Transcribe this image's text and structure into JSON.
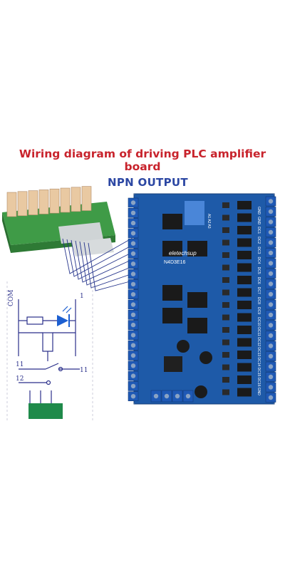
{
  "title": "Wiring diagram of driving PLC amplifier board",
  "output_label": "NPN OUTPUT",
  "board": {
    "brand": "eletechsup",
    "model": "N4D3E16",
    "top_header_label": "A1 A2 A3",
    "right_terminal_labels": [
      "GND",
      "GND",
      "DC1",
      "DC2",
      "DC3",
      "DC4",
      "DC5",
      "DC6",
      "DC7",
      "DC8",
      "DC9",
      "DC10",
      "DC11",
      "DC12",
      "DC13",
      "DC14",
      "DC15",
      "DC16",
      "GND"
    ]
  },
  "schematic": {
    "com_label": "COM",
    "pin_labels": [
      "1",
      "11",
      "11",
      "12"
    ]
  },
  "colors": {
    "title": "#c8232c",
    "npn_label": "#2c47a3",
    "pcb": "#1e5aa8",
    "terminal": "#1f59b5",
    "wire": "#26358c",
    "schematic_line": "#2a2f8a",
    "led": "#1c5fd1",
    "resistor_fill": "#ffffff"
  }
}
